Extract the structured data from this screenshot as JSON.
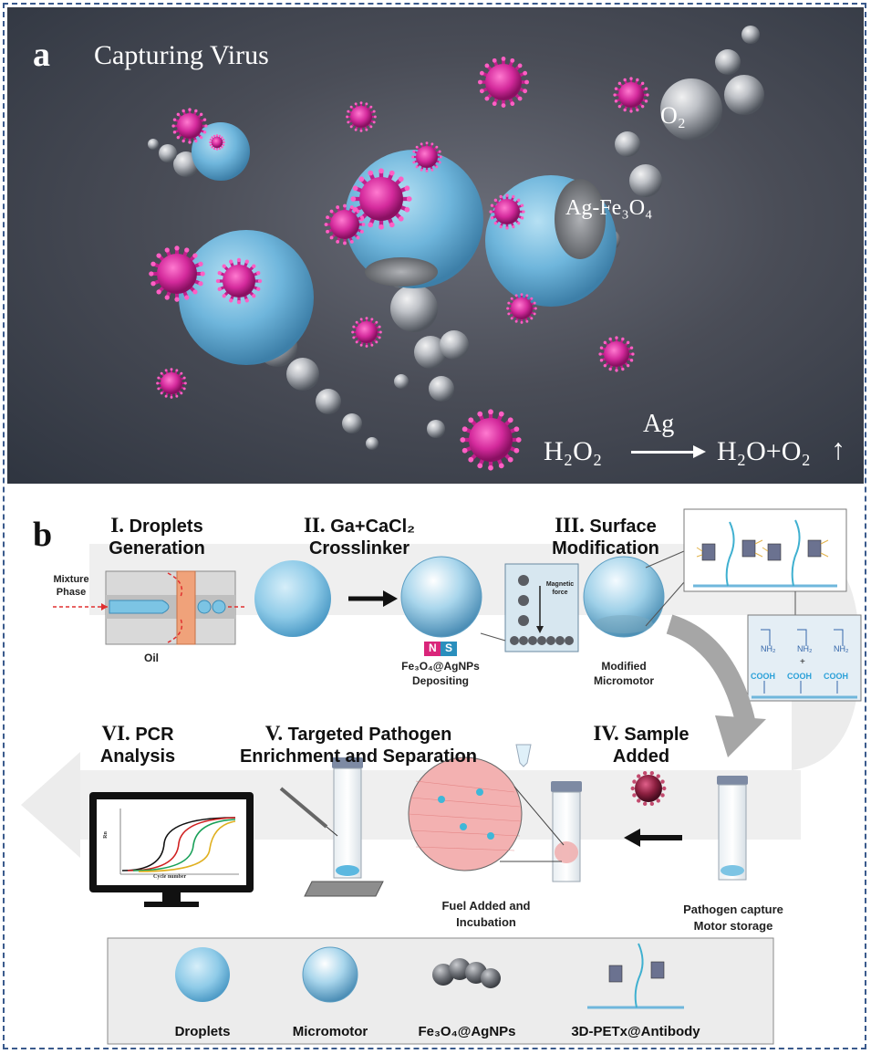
{
  "panel_a": {
    "letter": "a",
    "title": "Capturing Virus",
    "o2_label": "O₂",
    "agfe_label": "Ag-Fe₃O₄",
    "reaction": {
      "reactant": "H₂O₂",
      "catalyst": "Ag",
      "product": "H₂O+O₂",
      "up_arrow": "↑"
    }
  },
  "panel_b": {
    "letter": "b",
    "steps": {
      "s1_num": "I.",
      "s1_line1": "Droplets",
      "s1_line2": "Generation",
      "s2_num": "II.",
      "s2_line1": "Ga+CaCl₂",
      "s2_line2": "Crosslinker",
      "s3_num": "III.",
      "s3_line1": "Surface",
      "s3_line2": "Modification",
      "s4_num": "IV.",
      "s4_line1": "Sample",
      "s4_line2": "Added",
      "s5_num": "V.",
      "s5_line1": "Targeted Pathogen",
      "s5_line2": "Enrichment and Separation",
      "s6_num": "VI.",
      "s6_line1": "PCR",
      "s6_line2": "Analysis"
    },
    "labels": {
      "mixture": "Mixture",
      "phase": "Phase",
      "oil": "Oil",
      "n": "N",
      "s": "S",
      "fe_dep_1": "Fe₃O₄@AgNPs",
      "fe_dep_2": "Depositing",
      "magnetic": "Magnetic",
      "force": "force",
      "modified_1": "Modified",
      "modified_2": "Micromotor",
      "nh2": "NH₂",
      "cooh": "COOH",
      "plus": "+",
      "pathogen_1": "Pathogen capture",
      "pathogen_2": "Motor storage",
      "fuel_1": "Fuel Added and",
      "fuel_2": "Incubation",
      "magnet": "Magnet",
      "cycle": "Cycle number",
      "rn": "Rn"
    },
    "legend": [
      "Droplets",
      "Micromotor",
      "Fe₃O₄@AgNPs",
      "3D-PETx@Antibody"
    ]
  },
  "colors": {
    "virus": "#d42a9c",
    "droplet": "#7cc4e4",
    "micromotor": "#8fc6e0",
    "frame": "#3a5a8c"
  }
}
